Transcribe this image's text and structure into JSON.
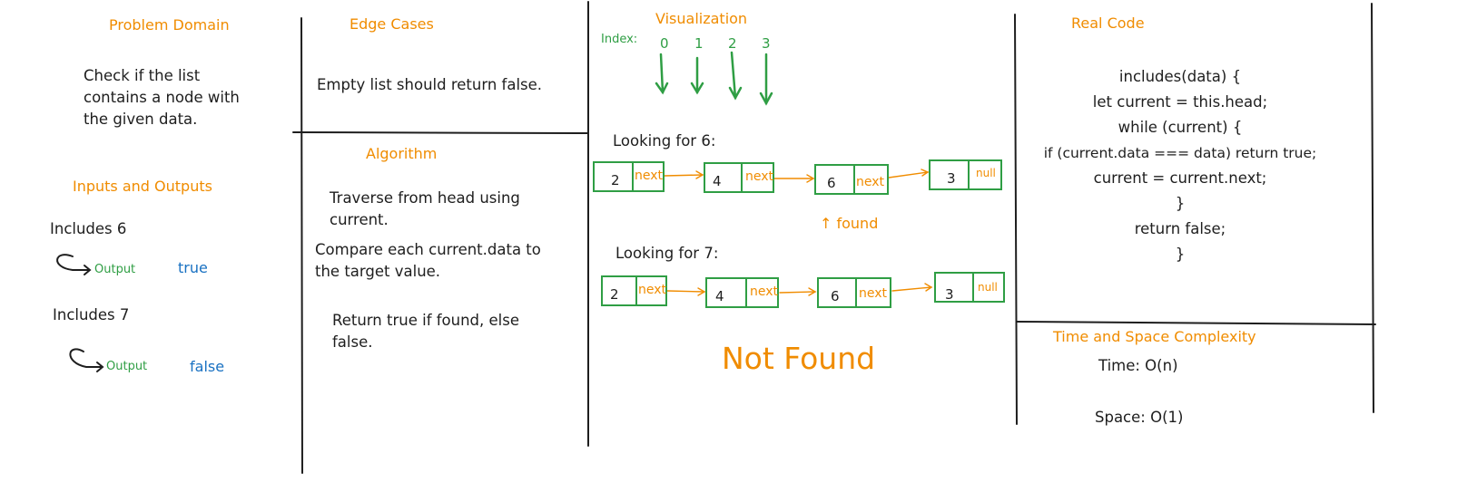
{
  "problem_domain": {
    "heading": "Problem Domain",
    "lines": [
      "Check if the list",
      "contains a node with",
      "the given data."
    ]
  },
  "io": {
    "heading": "Inputs and Outputs",
    "examples": [
      {
        "input": "Includes 6",
        "output_label": "Output",
        "output_value": "true"
      },
      {
        "input": "Includes 7",
        "output_label": "Output",
        "output_value": "false"
      }
    ]
  },
  "edge_cases": {
    "heading": "Edge Cases",
    "text": "Empty list should return false."
  },
  "algorithm": {
    "heading": "Algorithm",
    "steps": [
      [
        "Traverse from head using",
        "current."
      ],
      [
        "Compare each current.data to",
        "the target value."
      ],
      [
        "Return true if found, else",
        "false."
      ]
    ]
  },
  "visualization": {
    "heading": "Visualization",
    "index_label": "Index:",
    "indices": [
      "0",
      "1",
      "2",
      "3"
    ],
    "search_6": {
      "label": "Looking for 6:",
      "nodes": [
        {
          "value": "2",
          "pointer": "next"
        },
        {
          "value": "4",
          "pointer": "next"
        },
        {
          "value": "6",
          "pointer": "next"
        },
        {
          "value": "3",
          "pointer": "null"
        }
      ],
      "found_text": "↑ found"
    },
    "search_7": {
      "label": "Looking for 7:",
      "nodes": [
        {
          "value": "2",
          "pointer": "next"
        },
        {
          "value": "4",
          "pointer": "next"
        },
        {
          "value": "6",
          "pointer": "next"
        },
        {
          "value": "3",
          "pointer": "null"
        }
      ],
      "not_found_text": "Not Found"
    }
  },
  "real_code": {
    "heading": "Real Code",
    "lines": [
      "includes(data) {",
      "let current = this.head;",
      "while (current) {",
      "if (current.data === data) return true;",
      "current = current.next;",
      "}",
      "return false;",
      "}"
    ]
  },
  "complexity": {
    "heading": "Time and Space Complexity",
    "time": "Time: O(n)",
    "space": "Space: O(1)"
  },
  "colors": {
    "accent": "#f08c00",
    "node": "#2f9e44",
    "output": "#1971c2",
    "text": "#1e1e1e"
  }
}
